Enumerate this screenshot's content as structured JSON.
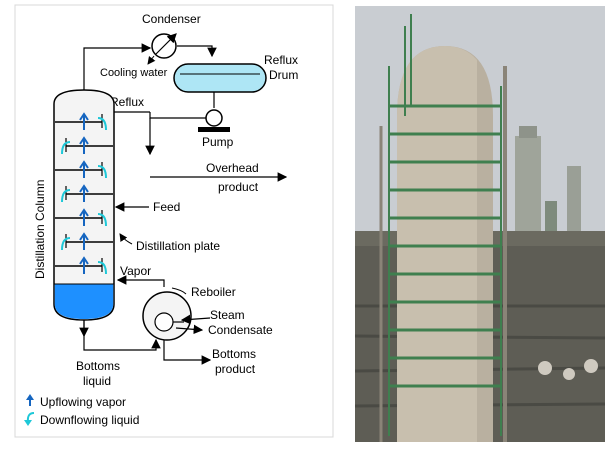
{
  "diagram": {
    "labels": {
      "condenser": "Condenser",
      "cooling_water": "Cooling water",
      "reflux_drum_line1": "Reflux",
      "reflux_drum_line2": "Drum",
      "reflux": "Reflux",
      "pump": "Pump",
      "overhead_line1": "Overhead",
      "overhead_line2": "product",
      "column": "Distillation Column",
      "feed": "Feed",
      "plate": "Distillation plate",
      "vapor": "Vapor",
      "reboiler": "Reboiler",
      "steam": "Steam",
      "condensate": "Condensate",
      "bottoms_liquid_line1": "Bottoms",
      "bottoms_liquid_line2": "liquid",
      "bottoms_product_line1": "Bottoms",
      "bottoms_product_line2": "product"
    },
    "legend": {
      "upflowing": "Upflowing vapor",
      "downflowing": "Downflowing liquid"
    },
    "colors": {
      "liquid": "#1e90ff",
      "liquid_light": "#aee6f5",
      "arrow_up": "#1565c0",
      "arrow_down": "#1ec8d8",
      "column_fill": "#f4f4f4",
      "outline": "#000000"
    }
  },
  "photo": {
    "description_free": true,
    "colors": {
      "sky": "#c9cdd2",
      "column": "#b9b0a0",
      "scaffold": "#3f7f4f",
      "ground": "#6b6a60"
    }
  }
}
